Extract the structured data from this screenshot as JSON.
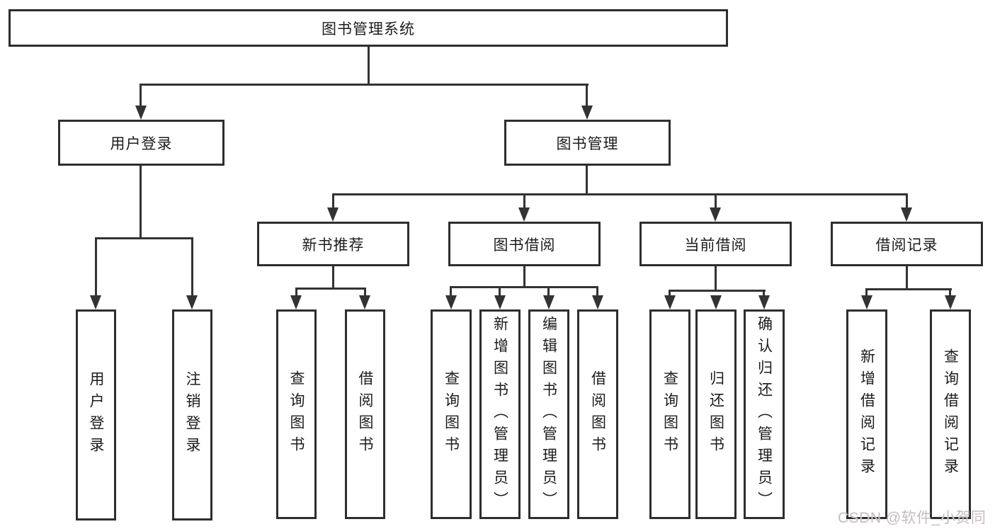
{
  "tree": {
    "root": {
      "label": "图书管理系统",
      "children": [
        {
          "label": "用户登录",
          "children": [
            {
              "label": "用户登录"
            },
            {
              "label": "注销登录"
            }
          ]
        },
        {
          "label": "图书管理",
          "children": [
            {
              "label": "新书推荐",
              "children": [
                {
                  "label": "查询图书"
                },
                {
                  "label": "借阅图书"
                }
              ]
            },
            {
              "label": "图书借阅",
              "children": [
                {
                  "label": "查询图书"
                },
                {
                  "label": "新增图书（管理员）"
                },
                {
                  "label": "编辑图书（管理员）"
                },
                {
                  "label": "借阅图书"
                }
              ]
            },
            {
              "label": "当前借阅",
              "children": [
                {
                  "label": "查询图书"
                },
                {
                  "label": "归还图书"
                },
                {
                  "label": "确认归还（管理员）"
                }
              ]
            },
            {
              "label": "借阅记录",
              "children": [
                {
                  "label": "新增借阅记录"
                },
                {
                  "label": "查询借阅记录"
                }
              ]
            }
          ]
        }
      ]
    }
  },
  "watermark": {
    "text": "CSDN @软件_小贺同学"
  },
  "colors": {
    "line": "#333333",
    "box_border": "#2e2e2e",
    "text": "#1c1c1c",
    "watermark": "#c6bdbd",
    "background": "#ffffff"
  }
}
